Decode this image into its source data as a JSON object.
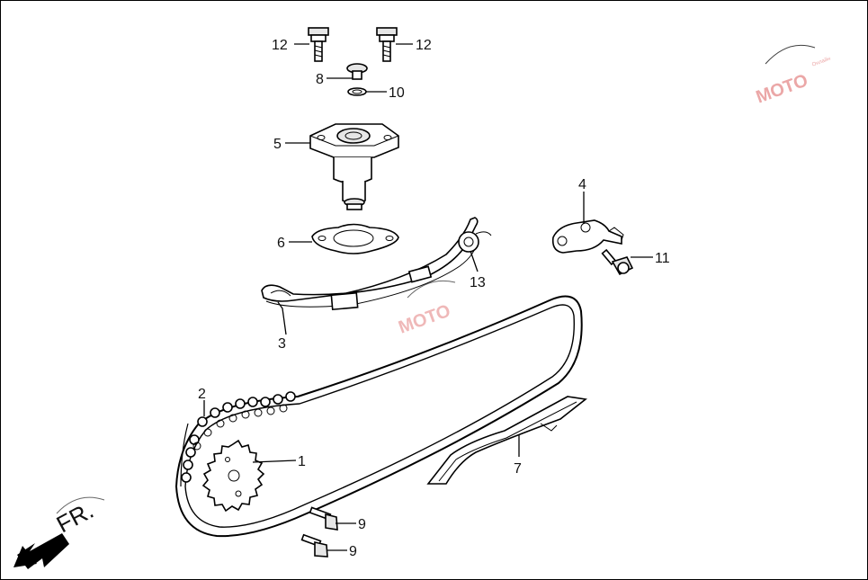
{
  "labels": {
    "c1": "1",
    "c2": "2",
    "c3": "3",
    "c4": "4",
    "c5": "5",
    "c6": "6",
    "c7": "7",
    "c8": "8",
    "c9a": "9",
    "c9b": "9",
    "c10": "10",
    "c11": "11",
    "c12a": "12",
    "c12b": "12",
    "c13": "13"
  },
  "direction": "FR.",
  "watermark": {
    "text": "MOTO",
    "sub": "Онлайн"
  },
  "colors": {
    "watermark": "#e58a8a",
    "line": "#000000"
  },
  "icons": [
    "front-direction-arrow-icon",
    "watermark-logo-icon"
  ]
}
